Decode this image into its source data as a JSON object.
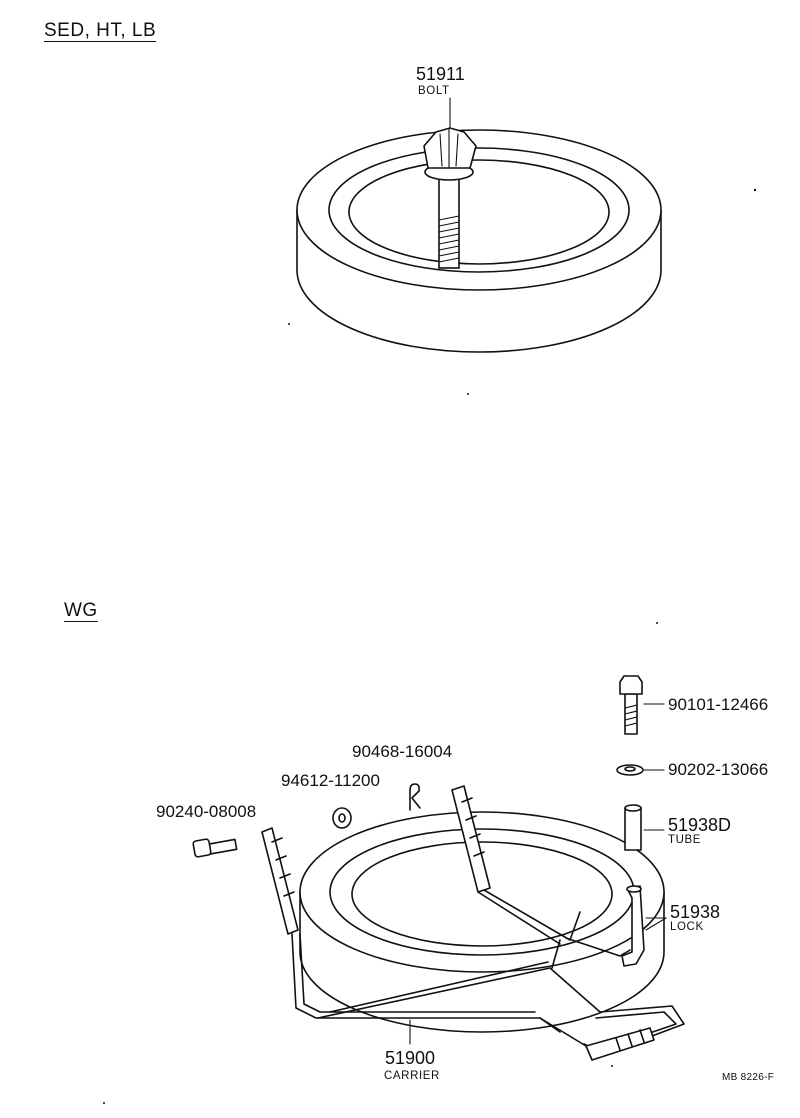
{
  "sections": {
    "top": "SED, HT, LB",
    "bottom": "WG"
  },
  "parts": {
    "bolt": {
      "number": "51911",
      "name": "BOLT"
    },
    "carrier": {
      "number": "51900",
      "name": "CARRIER"
    },
    "tube": {
      "number": "51938D",
      "name": "TUBE"
    },
    "lock": {
      "number": "51938",
      "name": "LOCK"
    },
    "pin": {
      "number": "90240-08008"
    },
    "washer_small": {
      "number": "94612-11200"
    },
    "clip": {
      "number": "90468-16004"
    },
    "bolt2": {
      "number": "90101-12466"
    },
    "washer": {
      "number": "90202-13066"
    }
  },
  "diagram_code": "MB 8226-F"
}
